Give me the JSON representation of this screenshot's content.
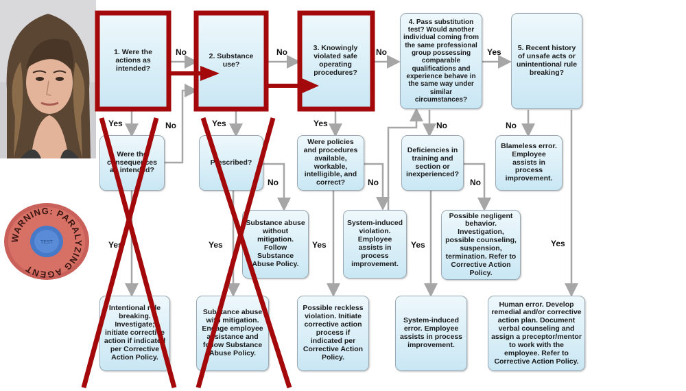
{
  "nodes": {
    "q1": "1. Were the actions as intended?",
    "q2": "2. Substance use?",
    "q3": "3. Knowingly violated safe operating procedures?",
    "q4": "4. Pass substitution test? Would another individual coming from the same professional group possessing comparable qualifications and experience behave in the same way under similar circumstances?",
    "q5": "5. Recent history of unsafe acts or unintentional rule breaking?",
    "consequences": "Were the consequences as intended?",
    "prescribed": "Prescribed?",
    "policies": "Were policies and procedures available, workable, intelligible, and correct?",
    "deficiencies": "Deficiencies in training and section or inexperienced?",
    "blameless": "Blameless error. Employee assists in process improvement.",
    "sub_no_mit": "Substance abuse without mitigation. Follow Substance Abuse Policy.",
    "sys_violation": "System-induced violation. Employee assists in process improvement.",
    "negligent": "Possible negligent behavior. Investigation, possible counseling, suspension, termination. Refer to Corrective Action Policy.",
    "intentional": "Intentional rule breaking. Investigate; initiate corrective action if indicated per Corrective Action Policy.",
    "sub_mit": "Substance abuse with mitigation. Engage employee assistance and follow Substance Abuse Policy.",
    "reckless": "Possible reckless violation. Initiate corrective action process if indicated per Corrective Action Policy.",
    "sys_error": "System-induced error. Employee assists in process improvement.",
    "human_error": "Human error. Develop remedial and/or corrective action plan. Document verbal counseling and assign a preceptor/mentor to work with the employee. Refer to Corrective Action Policy."
  },
  "labels": {
    "no": "No",
    "yes": "Yes"
  },
  "sticker": {
    "ring_text": "WARNING: PARALYZING AGENT",
    "cap_text": "TEST"
  },
  "colors": {
    "highlight": "#a3080b",
    "box_border": "#9aa9b3",
    "arrow": "#a6a6a6"
  }
}
